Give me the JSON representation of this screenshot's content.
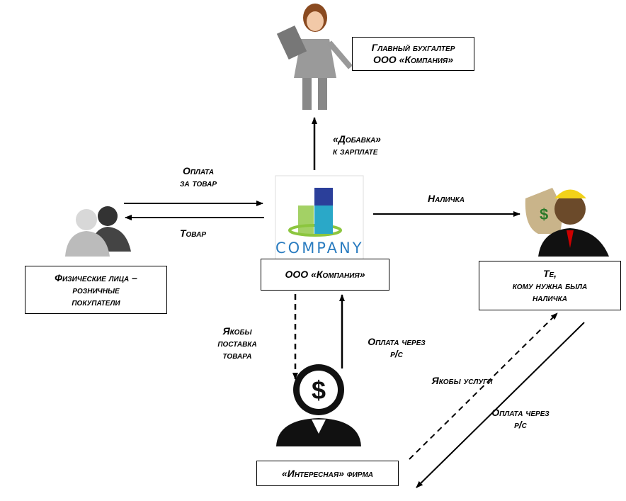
{
  "nodes": {
    "accountant": {
      "lines": [
        "Главный бухгалтер",
        "ООО «Компания»"
      ]
    },
    "company": {
      "logo_text": "COMPANY",
      "label": "ООО «Компания»"
    },
    "buyers": {
      "lines": [
        "Физические лица –",
        "розничные",
        "покупатели"
      ]
    },
    "cash_receivers": {
      "lines": [
        "Те,",
        "кому нужна была",
        "наличка"
      ]
    },
    "shell_firm": {
      "label": "«Интересная» фирма"
    }
  },
  "edges": {
    "bonus": {
      "lines": [
        "«Добавка»",
        "к зарплате"
      ]
    },
    "payment_for_goods": {
      "lines": [
        "Оплата",
        "за товар"
      ]
    },
    "goods": {
      "label": "Товар"
    },
    "cash": {
      "label": "Наличка"
    },
    "fake_supply": {
      "lines": [
        "Якобы",
        "поставка",
        "товара"
      ]
    },
    "payment_to_firm": {
      "lines": [
        "Оплата через",
        "р/с"
      ]
    },
    "fake_services": {
      "label": "Якобы услуги"
    },
    "payment_from_receivers": {
      "lines": [
        "Оплата через",
        "р/с"
      ]
    }
  },
  "colors": {
    "logo_blue": "#2b3f9a",
    "logo_teal": "#2aa8c8",
    "logo_green": "#8cc63f"
  }
}
